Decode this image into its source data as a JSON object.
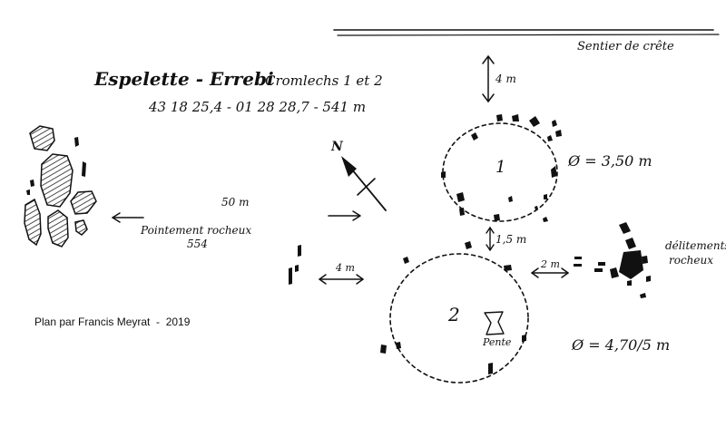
{
  "header": {
    "ridge_path": "Sentier de crête",
    "title": "Espelette - Errebi",
    "subtitle": "Cromlechs 1 et 2",
    "coordinates": "43 18 25,4 - 01 28 28,7 - 541 m"
  },
  "compass": {
    "north": "N"
  },
  "rock_outcrop": {
    "distance": "50 m",
    "label": "Pointement rocheux",
    "number": "554"
  },
  "circle_1": {
    "number": "1",
    "diameter": "Ø = 3,50 m"
  },
  "circle_2": {
    "number": "2",
    "diameter": "Ø = 4,70/5 m",
    "slope_label": "Pente"
  },
  "measures": {
    "to_path": "4 m",
    "between_circles": "1,5 m",
    "left_of_circle_2": "4 m",
    "right_of_circle_2": "2 m"
  },
  "east_rocks": {
    "label_line1": "délitements",
    "label_line2": "rocheux"
  },
  "credit": "Plan par Francis Meyrat  -  2019"
}
